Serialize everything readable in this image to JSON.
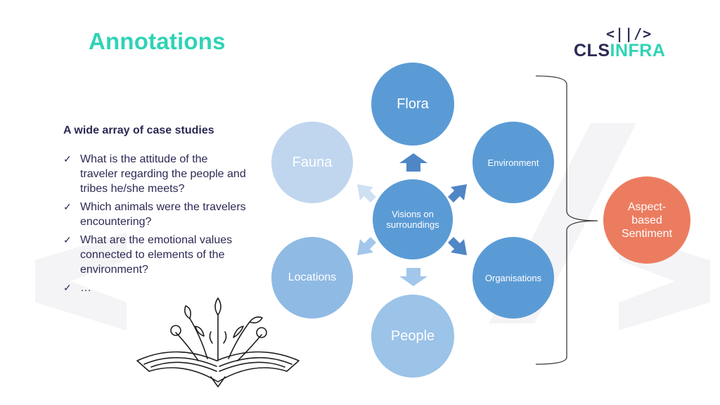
{
  "slide": {
    "title": "Annotations"
  },
  "logo": {
    "mark": "<||/>",
    "text_part1": "CLS",
    "text_part2": "INFRA"
  },
  "left": {
    "heading": "A wide array of case studies",
    "bullets": [
      "What is the attitude of the traveler regarding the people and tribes he/she meets?",
      "Which animals were the travelers encountering?",
      "What are the emotional values connected to elements of the environment?",
      "…"
    ]
  },
  "diagram": {
    "center": "Visions on surroundings",
    "nodes": {
      "flora": "Flora",
      "fauna": "Fauna",
      "environment": "Environment",
      "locations": "Locations",
      "organisations": "Organisations",
      "people": "People"
    },
    "outcome": "Aspect-based Sentiment"
  },
  "colors": {
    "title": "#2fd3b5",
    "navy": "#2b2a55",
    "blue_dark": "#5b9bd5",
    "blue_mid": "#7aaedd",
    "blue_light": "#a3c7ea",
    "orange": "#ec7c60"
  }
}
